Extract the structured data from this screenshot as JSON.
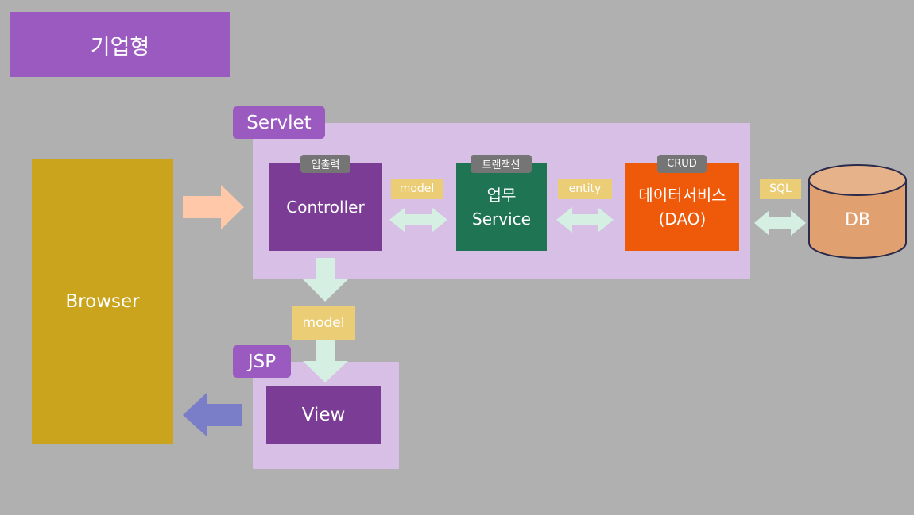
{
  "title": "기업형",
  "servlet_tag": "Servlet",
  "jsp_tag": "JSP",
  "browser": "Browser",
  "controller": {
    "badge": "입출력",
    "label": "Controller"
  },
  "service": {
    "badge": "트랜잭션",
    "line1": "업무",
    "line2": "Service"
  },
  "dao": {
    "badge": "CRUD",
    "line1": "데이터서비스",
    "line2": "(DAO)"
  },
  "db": "DB",
  "view": "View",
  "labels": {
    "model_top": "model",
    "entity": "entity",
    "sql": "SQL",
    "model_bottom": "model"
  },
  "colors": {
    "background": "#b0b0b0",
    "title_purple": "#9b5ac0",
    "panel": "#d8bfe6",
    "browser": "#c9a41c",
    "controller": "#7a3c94",
    "service": "#1f7553",
    "dao": "#ee5a0a",
    "db": "#e0a070",
    "arrow_request": "#ffc8a8",
    "arrow_mint": "#d5f0e2",
    "arrow_response": "#7a7ec8",
    "label_yellow": "#ebcd75"
  }
}
